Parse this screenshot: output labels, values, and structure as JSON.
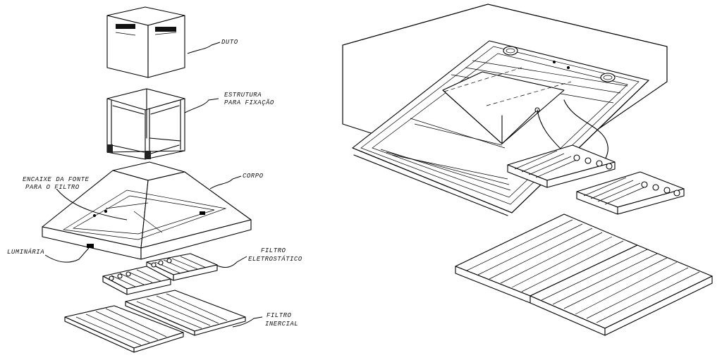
{
  "labels": {
    "duto": "DUTO",
    "estrutura_line1": "ESTRUTURA",
    "estrutura_line2": "PARA FIXAÇÃO",
    "corpo": "CORPO",
    "encaixe_line1": "ENCAIXE DA FONTE",
    "encaixe_line2": "PARA O FILTRO",
    "luminaria": "LUMINÁRIA",
    "filtro_eletro_line1": "FILTRO",
    "filtro_eletro_line2": "ELETROSTÁTICO",
    "filtro_inercial_line1": "FILTRO",
    "filtro_inercial_line2": "INERCIAL"
  },
  "colors": {
    "line": "#000000",
    "background": "#ffffff"
  }
}
